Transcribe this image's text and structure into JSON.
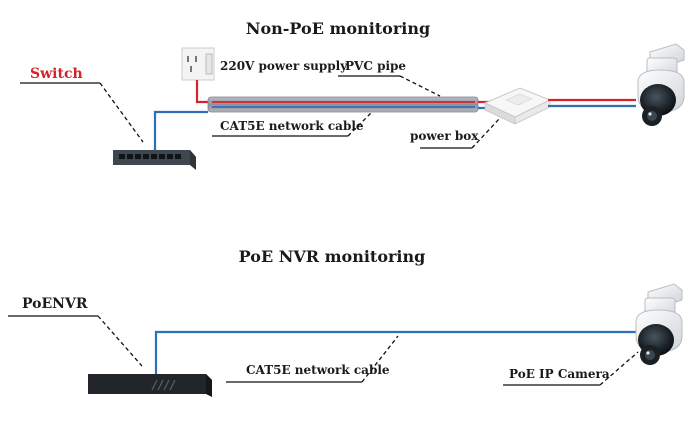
{
  "non_poe": {
    "title": "Non-PoE monitoring",
    "switch_label": "Switch",
    "power_supply_label": "220V power supply",
    "pvc_pipe_label": "PVC pipe",
    "cable_label": "CAT5E network cable",
    "power_box_label": "power box"
  },
  "poe": {
    "title": "PoE NVR monitoring",
    "nvr_label": "PoENVR",
    "cable_label": "CAT5E network cable",
    "camera_label": "PoE IP Camera"
  },
  "colors": {
    "network_cable": "#2f6fb5",
    "power_cable": "#d4232b",
    "switch_label": "#d4232b"
  },
  "icons": [
    "switch-icon",
    "power-outlet-icon",
    "pvc-pipe-icon",
    "power-box-icon",
    "ptz-camera-icon",
    "nvr-icon"
  ]
}
